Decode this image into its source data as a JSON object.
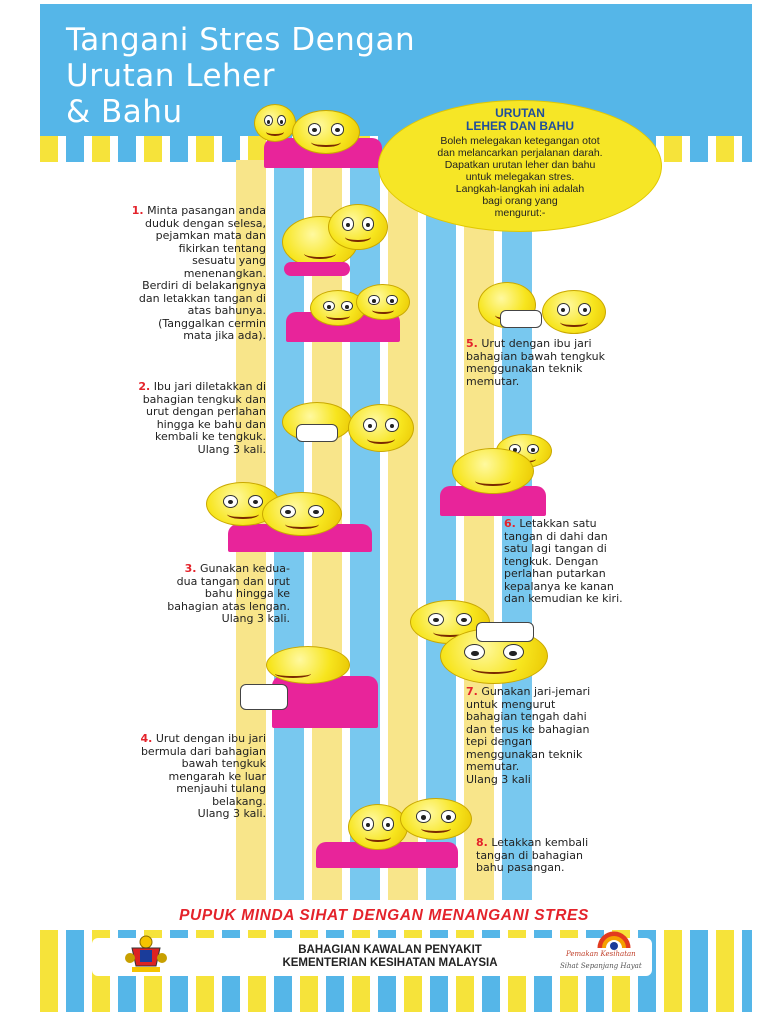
{
  "title": "Tangani Stres Dengan\nUrutan Leher\n& Bahu",
  "intro": {
    "heading": "URUTAN\nLEHER DAN BAHU",
    "body": "Boleh melegakan ketegangan otot\ndan melancarkan perjalanan darah.\nDapatkan urutan leher dan bahu\nuntuk melegakan stres.\nLangkah-langkah ini adalah\nbagi orang yang\nmengurut:-"
  },
  "steps": [
    {
      "num": "1.",
      "text": "Minta pasangan anda\nduduk dengan selesa,\npejamkan mata dan\nfikirkan tentang\nsesuatu yang\nmenenangkan.\nBerdiri di belakangnya\ndan letakkan tangan di\natas bahunya.\n(Tanggalkan cermin\nmata jika ada)."
    },
    {
      "num": "2.",
      "text": "Ibu jari diletakkan di\nbahagian tengkuk dan\nurut dengan perlahan\nhingga ke bahu dan\nkembali ke tengkuk.\nUlang 3 kali."
    },
    {
      "num": "3.",
      "text": "Gunakan kedua-\ndua tangan dan urut\nbahu hingga ke\nbahagian atas lengan.\nUlang 3 kali."
    },
    {
      "num": "4.",
      "text": "Urut dengan ibu jari\nbermula dari bahagian\nbawah tengkuk\nmengarah ke luar\nmenjauhi tulang\nbelakang.\nUlang 3 kali."
    },
    {
      "num": "5.",
      "text": "Urut dengan ibu jari\nbahagian bawah tengkuk\nmenggunakan teknik\nmemutar."
    },
    {
      "num": "6.",
      "text": "Letakkan satu\ntangan di dahi dan\nsatu lagi tangan di\ntengkuk.  Dengan\nperlahan putarkan\nkepalanya ke kanan\ndan kemudian ke kiri."
    },
    {
      "num": "7.",
      "text": "Gunakan jari-jemari\nuntuk mengurut\nbahagian tengah dahi\ndan terus ke bahagian\ntepi dengan\nmenggunakan teknik\nmemutar.\nUlang 3 kali"
    },
    {
      "num": "8.",
      "text": "Letakkan kembali\ntangan di bahagian\nbahu pasangan."
    }
  ],
  "slogan": "PUPUK MINDA SIHAT DENGAN MENANGANI STRES",
  "footer": "BAHAGIAN KAWALAN PENYAKIT\nKEMENTERIAN KESIHATAN MALAYSIA",
  "logo_right": {
    "line1": "Pemakan Kesihatan",
    "line2": "Sihat Sepanjang Hayat"
  },
  "colors": {
    "blue": "#55b6e8",
    "yellow": "#f6e626",
    "pink": "#e8249a",
    "red": "#e4232b"
  }
}
